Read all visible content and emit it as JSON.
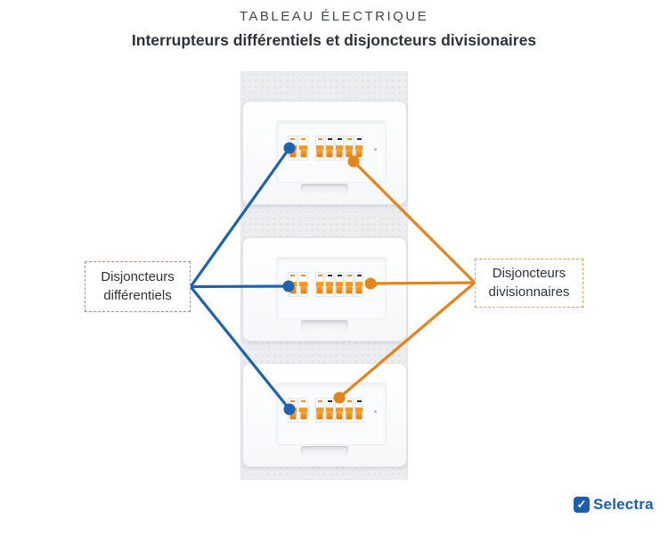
{
  "header": {
    "title": "TABLEAU ÉLECTRIQUE",
    "subtitle": "Interrupteurs différentiels et disjoncteurs divisionaires"
  },
  "callouts": {
    "left": {
      "lines": [
        "Disjoncteurs",
        "différentiels"
      ]
    },
    "right": {
      "lines": [
        "Disjoncteurs",
        "divisionnaires"
      ]
    }
  },
  "footer": {
    "brand": "Selectra",
    "check_icon": "✓"
  },
  "colors": {
    "blue": "#1e63ae",
    "blue_box_border": "#6d9cd4",
    "orange": "#e5831d",
    "orange_box_border": "#eba14d",
    "breaker_orange": "#ef8d15",
    "breaker_dark": "#2d2d2d",
    "brand_blue": "#1e5dab",
    "text_dark": "#2e333b",
    "title_gray": "#41464d"
  },
  "panels": [
    {
      "left_chips": [
        "orange",
        "orange"
      ],
      "right_chips": [
        "orange",
        "dark",
        "dark",
        "orange",
        "dark"
      ]
    },
    {
      "left_chips": [
        "orange",
        "orange"
      ],
      "right_chips": [
        "orange",
        "dark",
        "dark",
        "orange",
        "dark"
      ]
    },
    {
      "left_chips": [
        "orange",
        "orange"
      ],
      "right_chips": [
        "orange",
        "dark",
        "dark",
        "orange",
        "dark"
      ]
    }
  ]
}
